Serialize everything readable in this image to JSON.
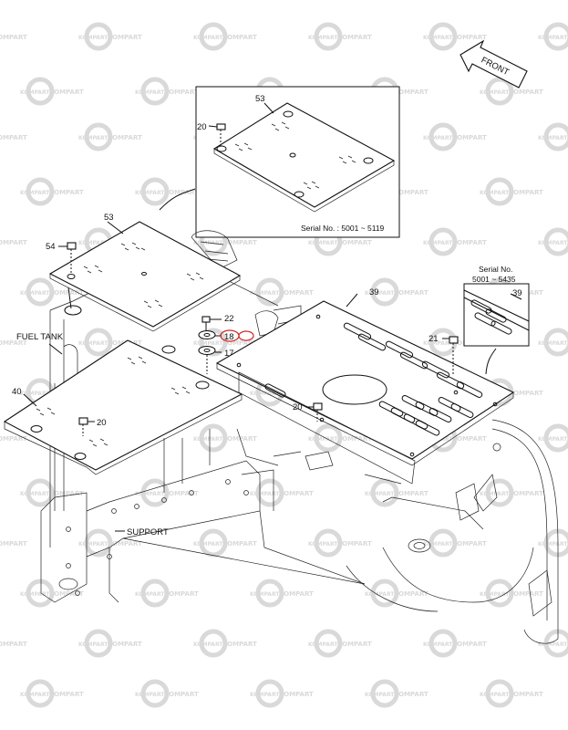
{
  "watermark": {
    "text_top": "KOMPART",
    "text_main": "COMPART"
  },
  "labels": {
    "front": "FRONT",
    "fuel_tank": "FUEL TANK",
    "support": "SUPPORT",
    "serial_1": "Serial No. : 5001 ~ 5119",
    "serial_2_line1": "Serial No.",
    "serial_2_line2": "5001 ~ 5435"
  },
  "callouts": {
    "c53_detail": "53",
    "c20_detail": "20",
    "c53": "53",
    "c54": "54",
    "c22": "22",
    "c18": "18",
    "c17": "17",
    "c39": "39",
    "c39_detail": "39",
    "c21": "21",
    "c40": "40",
    "c20_left": "20",
    "c20_mid": "20"
  },
  "colors": {
    "highlight": "#d22222",
    "line": "#111111",
    "watermark": "#d9d9d9"
  }
}
